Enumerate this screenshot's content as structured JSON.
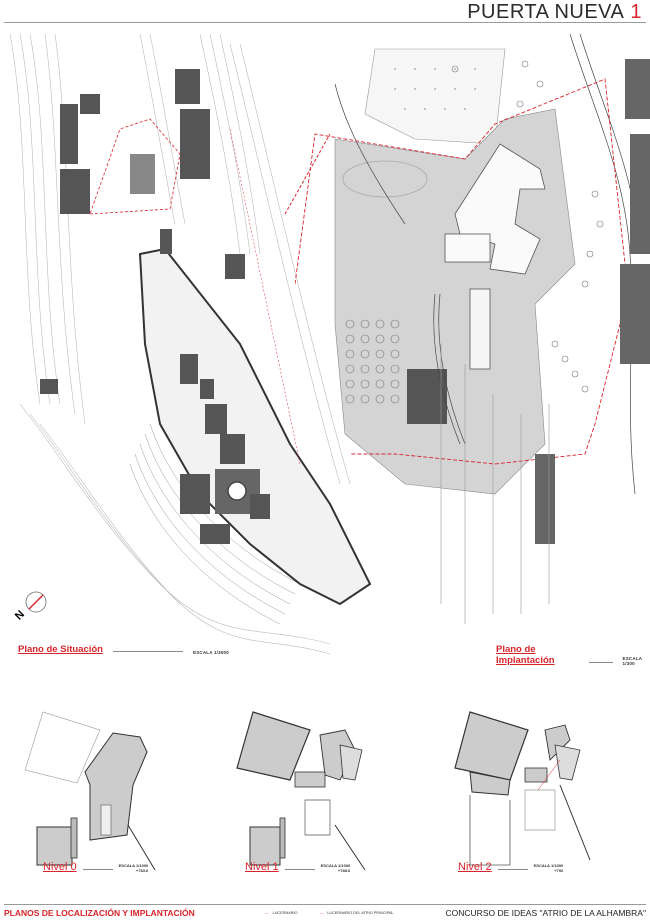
{
  "header": {
    "title": "PUERTA NUEVA",
    "number": "1"
  },
  "maps": {
    "situacion": {
      "title": "Plano de Situación",
      "scale": "ESCALA 1/3000"
    },
    "implantacion": {
      "title": "Plano de Implantación",
      "scale": "ESCALA 1/300"
    }
  },
  "north_arrow": {
    "label": "N"
  },
  "levels": [
    {
      "name": "Nivel 0",
      "scale": "ESCALA 1/1000",
      "elevation": "+783.6"
    },
    {
      "name": "Nivel 1",
      "scale": "ESCALA 1/1000",
      "elevation": "+788.6"
    },
    {
      "name": "Nivel 2",
      "scale": "ESCALA 1/1000",
      "elevation": "+792"
    }
  ],
  "footer": {
    "left": "PLANOS DE LOCALIZACIÓN Y IMPLANTACIÓN",
    "legend": [
      {
        "swatch": "—",
        "label": "LUCERNARIO"
      },
      {
        "swatch": "—",
        "label": "LUCERNARIO DEL ATRIO PRINCIPAL"
      }
    ],
    "right": "CONCURSO DE IDEAS   \"ATRIO DE LA ALHAMBRA\""
  },
  "colors": {
    "accent_red": "#d8242b",
    "building_dark": "#555555",
    "plaza_grey": "#c8c8c8",
    "line": "#8a8a8a"
  }
}
